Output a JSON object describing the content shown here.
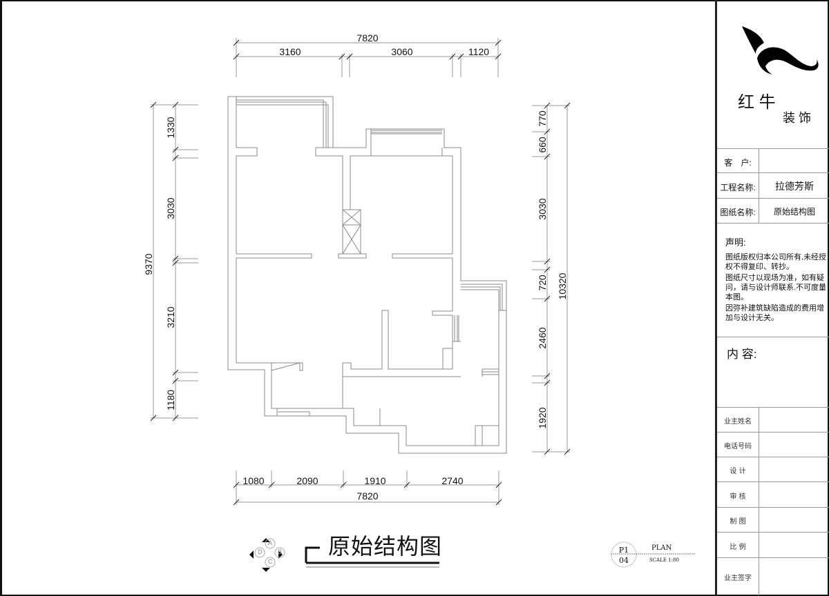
{
  "plan": {
    "top_dims": {
      "total": "7820",
      "segments": [
        "3160",
        "3060",
        "1120"
      ]
    },
    "bottom_dims": {
      "total": "7820",
      "segments": [
        "1080",
        "2090",
        "1910",
        "2740"
      ]
    },
    "left_dims": {
      "total": "9370",
      "segments": [
        "1330",
        "3030",
        "3210",
        "1180"
      ]
    },
    "right_dims": {
      "total": "10320",
      "segments": [
        "770",
        "660",
        "3030",
        "720",
        "2460",
        "1920"
      ]
    }
  },
  "drawing_title": {
    "text": "原始结构图",
    "compass_letters": [
      "A",
      "B",
      "C",
      "D"
    ]
  },
  "plan_label": {
    "sheet": "P1",
    "number": "04",
    "name": "PLAN",
    "scale": "SCALE 1:80"
  },
  "title_block": {
    "brand_line1": "红 牛",
    "brand_line2": "装 饰",
    "client_label": "客　户:",
    "client_value": "",
    "project_label": "工程名称:",
    "project_value": "拉德芳斯",
    "drawing_label": "图纸名称:",
    "drawing_value": "原始结构图",
    "notice_title": "声明:",
    "notices": [
      "图纸版权归本公司所有,未经授权不得复印、转抄。",
      "图纸尺寸以现场为准，如有疑问，请与设计师联系.不可度量本图。",
      "因弥补建筑缺陷造成的费用增加与设计无关。"
    ],
    "content_label": "内 容:",
    "rows": [
      {
        "label": "业主姓名",
        "value": ""
      },
      {
        "label": "电话号码",
        "value": ""
      },
      {
        "label": "设 计",
        "value": ""
      },
      {
        "label": "审 核",
        "value": ""
      },
      {
        "label": "制 图",
        "value": ""
      },
      {
        "label": "比 例",
        "value": ""
      },
      {
        "label": "业主签字",
        "value": ""
      }
    ]
  }
}
